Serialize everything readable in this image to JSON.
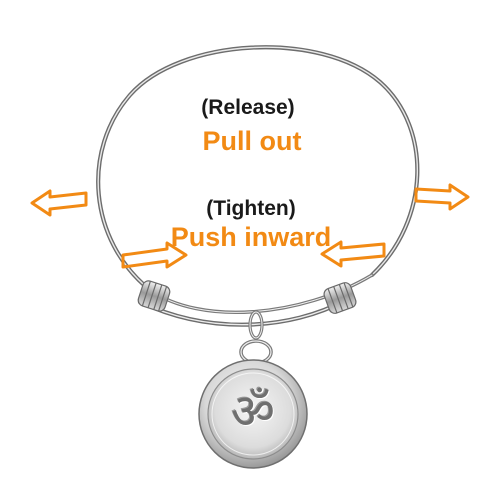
{
  "instructions": {
    "release": {
      "paren_label": "(Release)",
      "action_label": "Pull out"
    },
    "tighten": {
      "paren_label": "(Tighten)",
      "action_label": "Push inward"
    }
  },
  "pendant": {
    "symbol": "ॐ"
  },
  "colors": {
    "accent": "#f28a14",
    "text_dark": "#1a1a1a",
    "metal_light": "#f4f4f4",
    "metal_mid": "#c9c9c9",
    "metal_dark": "#7d7d7d"
  },
  "icons": {
    "pull_out_left": "arrow-left-outline-icon",
    "pull_out_right": "arrow-right-outline-icon",
    "push_in_left": "arrow-right-outline-icon",
    "push_in_right": "arrow-left-outline-icon"
  }
}
